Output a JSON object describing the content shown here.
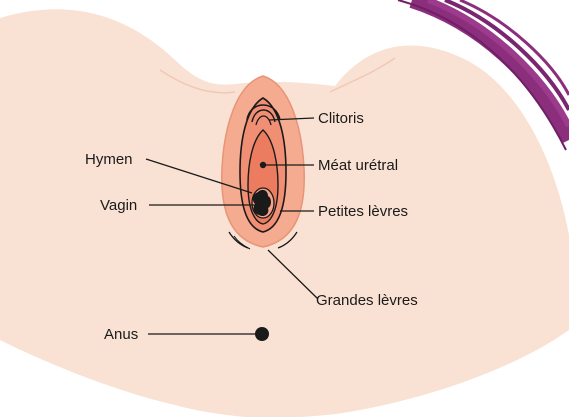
{
  "diagram": {
    "labels": {
      "clitoris": "Clitoris",
      "meatus": "Méat urétral",
      "petites": "Petites lèvres",
      "grandes": "Grandes lèvres",
      "hymen": "Hymen",
      "vagin": "Vagin",
      "anus": "Anus"
    },
    "colors": {
      "skin": "#f9e2d3",
      "outline": "#e7b9a2",
      "labia_majora": "#f5ab8f",
      "labia_minora": "#f08f73",
      "inner": "#ec7c5f",
      "line": "#1a1a1a",
      "accent_ribbon": "#8b2e7c"
    }
  }
}
